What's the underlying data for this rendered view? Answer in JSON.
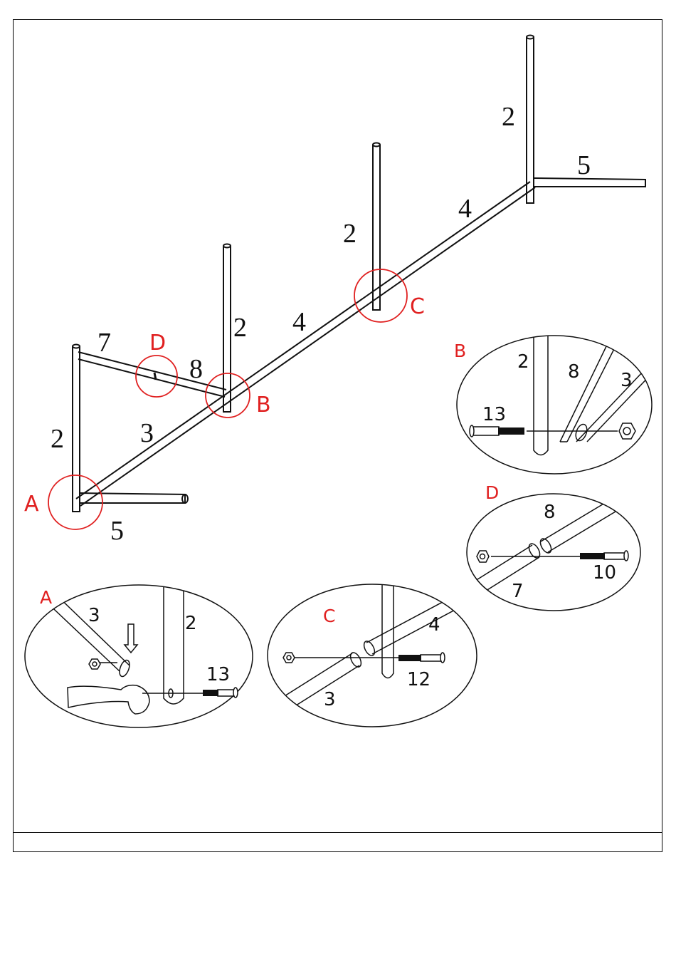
{
  "main": {
    "part_labels": {
      "upright_right": "2",
      "foot_right": "5",
      "rail_upper": "4",
      "upright_c": "2",
      "rail_middle": "4",
      "upright_b": "2",
      "brace_top": "7",
      "brace_mid": "8",
      "rail_lower": "3",
      "upright_left": "2",
      "foot_left": "5"
    },
    "callouts": {
      "a": "A",
      "b": "B",
      "c": "C",
      "d": "D"
    }
  },
  "details": {
    "b": {
      "title": "B",
      "tube": "2",
      "brace": "8",
      "rail": "3",
      "bolt": "13"
    },
    "d": {
      "title": "D",
      "upper": "8",
      "lower": "7",
      "bolt": "10"
    },
    "a": {
      "title": "A",
      "rail": "3",
      "tube": "2",
      "bolt": "13"
    },
    "c": {
      "title": "C",
      "upper": "4",
      "lower": "3",
      "bolt": "12"
    }
  },
  "colors": {
    "callout": "#e02020",
    "line": "#111111"
  }
}
